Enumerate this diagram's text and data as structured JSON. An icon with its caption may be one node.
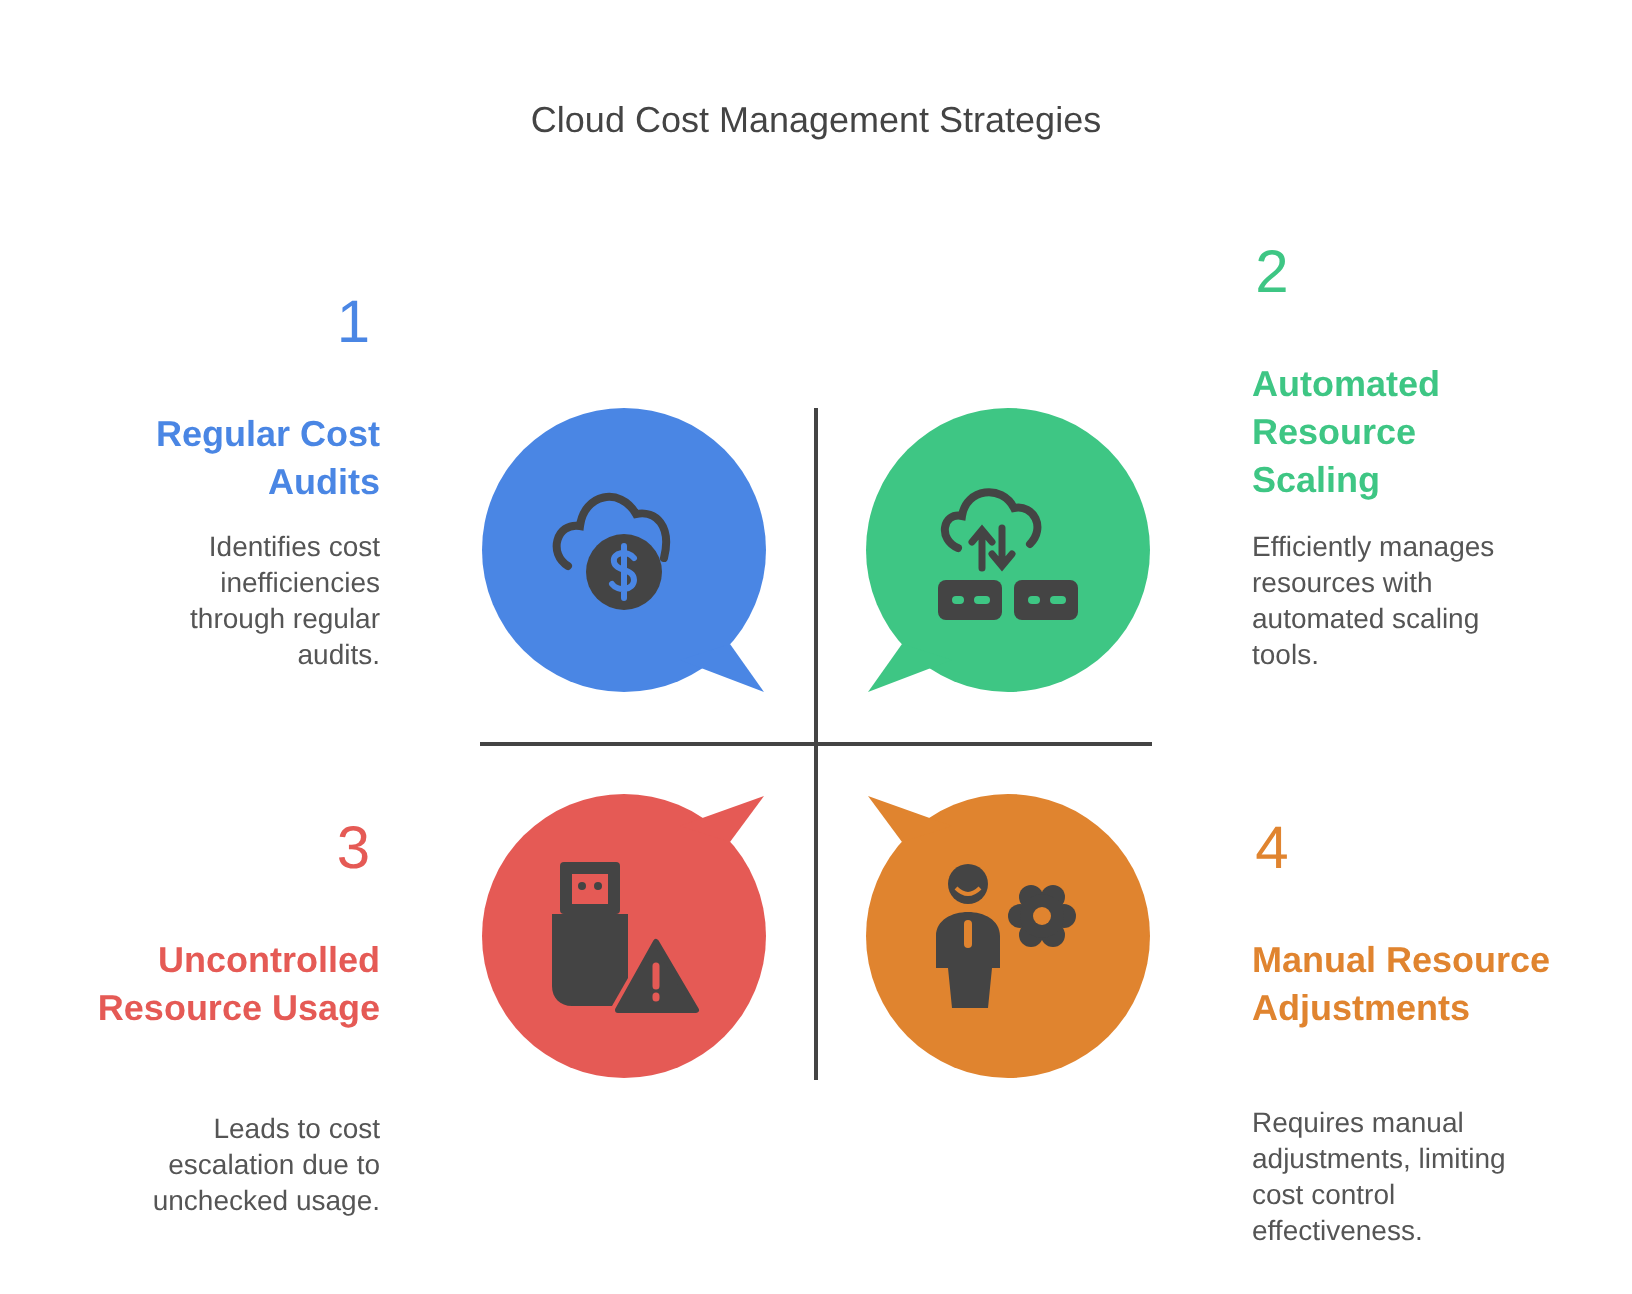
{
  "diagram": {
    "title": "Cloud Cost Management Strategies",
    "labels": [
      "1",
      "Regular Cost Audits",
      "Identifies cost inefficiencies through regular audits.",
      "2",
      "Automated Resource Scaling",
      "Efficiently manages resources with automated scaling tools.",
      "3",
      "Uncontrolled Resource Usage",
      "Leads to cost escalation due to unchecked usage.",
      "4",
      "Manual Resource Adjustments",
      "Requires manual adjustments, limiting cost control effectiveness."
    ]
  }
}
